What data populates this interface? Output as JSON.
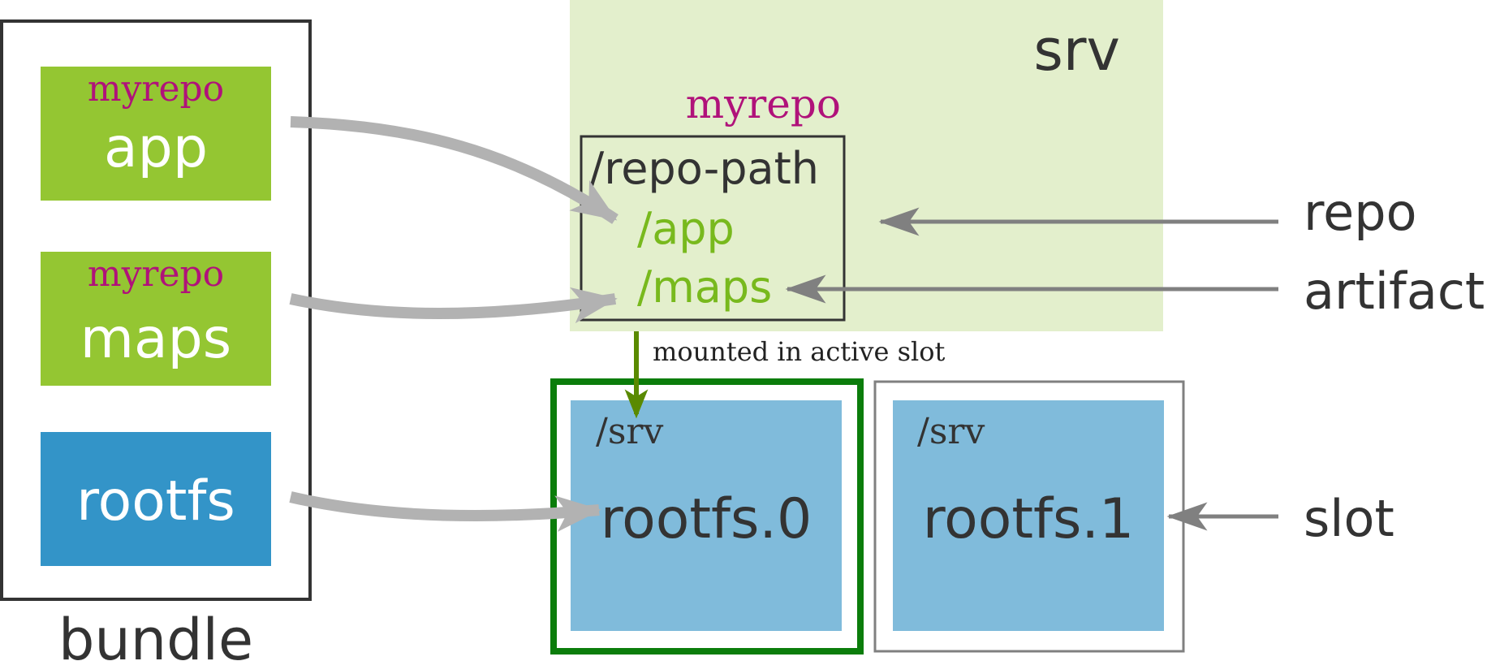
{
  "bundle": {
    "label": "bundle",
    "items": [
      {
        "repo": "myrepo",
        "name": "app"
      },
      {
        "repo": "myrepo",
        "name": "maps"
      },
      {
        "name": "rootfs"
      }
    ]
  },
  "srv": {
    "label": "srv",
    "repo_name": "myrepo",
    "repo_path": "/repo-path",
    "artifacts": [
      "/app",
      "/maps"
    ]
  },
  "mount_label": "mounted in active slot",
  "slots": [
    {
      "mount": "/srv",
      "name": "rootfs.0",
      "active": true
    },
    {
      "mount": "/srv",
      "name": "rootfs.1",
      "active": false
    }
  ],
  "legend": {
    "repo": "repo",
    "artifact": "artifact",
    "slot": "slot"
  },
  "colors": {
    "repo_text": "#b0127a",
    "artifact_green": "#94c632",
    "artifact_text": "#78b91d",
    "rootfs_blue": "#3394c8",
    "slot_blue": "#80bbdb",
    "srv_bg": "#e3efcc",
    "active_green": "#0b7d0b",
    "mount_arrow": "#5a8a00",
    "dark_text": "#333333",
    "gray_arrow": "#b2b2b2",
    "legend_arrow": "#808080"
  }
}
